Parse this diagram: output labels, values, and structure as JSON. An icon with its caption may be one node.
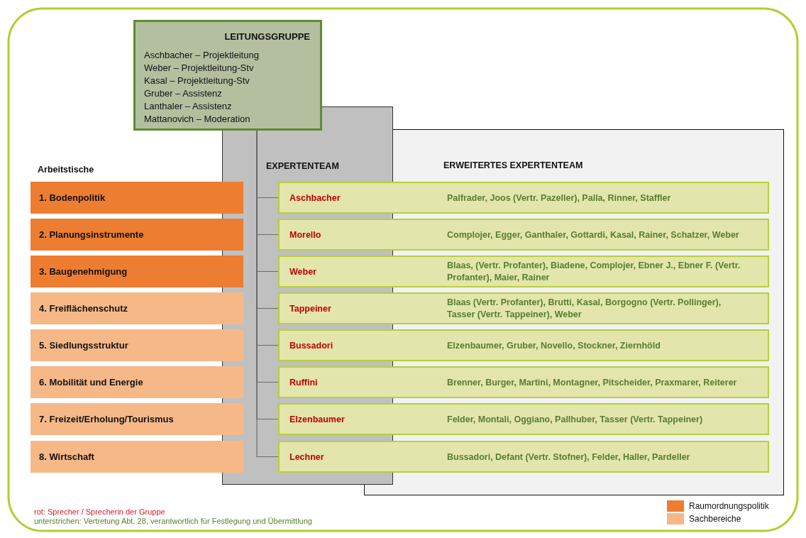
{
  "diagram": {
    "nodes": [
      {
        "text": [
          "LEITUNGSGRUPPE",
          "Aschbacher – Projektleitung",
          "Weber – Projektleitung-Stv",
          "Kasal – Projektleitung-Stv",
          "Gruber – Assistenz",
          "Lanthaler – Assistenz",
          "Mattanovich – Moderation"
        ]
      },
      {
        "text": [
          "1. Bodenpolitik"
        ]
      },
      {
        "text": [
          "2. Planungsinstrumente"
        ]
      },
      {
        "text": [
          "3. Baugenehmigung"
        ]
      },
      {
        "text": [
          "4. Freiflächenschutz"
        ]
      },
      {
        "text": [
          "5. Siedlungsstruktur"
        ]
      },
      {
        "text": [
          "6. Mobilität und Energie"
        ]
      },
      {
        "text": [
          "7. Freizeit/Erholung/Tourismus"
        ]
      },
      {
        "text": [
          "8. Wirtschaft"
        ]
      },
      {
        "text": [
          "Aschbacher",
          "Palfrader, Joos (Vertr. Pazeller), Palla, Rinner, Staffler"
        ]
      },
      {
        "text": [
          "Morello",
          "Complojer, Egger, Ganthaler, Gottardi, Kasal, Rainer, Schatzer, Weber"
        ]
      },
      {
        "text": [
          "Weber",
          "Blaas, (Vertr. Profanter), Biadene, Complojer, Ebner J., Ebner F. (Vertr. Profanter), Maier, Rainer"
        ]
      },
      {
        "text": [
          "Tappeiner",
          "Blaas (Vertr. Profanter), Brutti, Kasal, Borgogno (Vertr. Pollinger), Tasser (Vertr. Tappeiner), Weber"
        ]
      },
      {
        "text": [
          "Bussadori",
          "Elzenbaumer, Gruber, Novello, Stockner, Ziernhöld"
        ]
      },
      {
        "text": [
          "Ruffini",
          "Brenner, Burger, Martini, Montagner, Pitscheider, Praxmarer, Reiterer"
        ]
      },
      {
        "text": [
          "Elzenbaumer",
          "Felder, Montali, Oggiano, Pallhuber, Tasser (Vertr. Tappeiner)"
        ]
      },
      {
        "text": [
          "Lechner",
          "Bussadori, Defant (Vertr. Stofner), Felder, Haller, Pardeller"
        ]
      }
    ],
    "edges": [
      {
        "from": 0,
        "to": 9,
        "arrow": "none"
      },
      {
        "from": 0,
        "to": 10,
        "arrow": "none"
      },
      {
        "from": 0,
        "to": 11,
        "arrow": "none"
      },
      {
        "from": 0,
        "to": 12,
        "arrow": "none"
      },
      {
        "from": 0,
        "to": 13,
        "arrow": "none"
      },
      {
        "from": 0,
        "to": 14,
        "arrow": "none"
      },
      {
        "from": 0,
        "to": 15,
        "arrow": "none"
      },
      {
        "from": 0,
        "to": 16,
        "arrow": "none"
      }
    ],
    "labels": [
      "Arbeitstische",
      "EXPERTENTEAM",
      "ERWEITERTES EXPERTENTEAM",
      "rot: Sprecher / Sprecherin der Gruppe",
      "unterstrichen: Vertretung Abt. 28, verantwortlich für Festlegung und Übermittlung"
    ],
    "legend": [
      {
        "text": "Raumordnungspolitik",
        "color": "#ed7d31"
      },
      {
        "text": "Sachbereiche",
        "color": "#f6b887"
      }
    ]
  }
}
